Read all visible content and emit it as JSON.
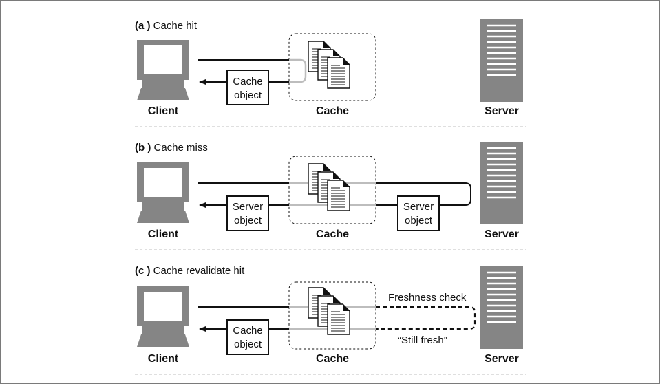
{
  "panels": [
    {
      "tag": "(a )",
      "title": "Cache hit",
      "client": "Client",
      "cache": "Cache",
      "server": "Server",
      "box_left": [
        "Cache",
        "object"
      ]
    },
    {
      "tag": "(b )",
      "title": "Cache miss",
      "client": "Client",
      "cache": "Cache",
      "server": "Server",
      "box_left": [
        "Server",
        "object"
      ],
      "box_right": [
        "Server",
        "object"
      ]
    },
    {
      "tag": "(c )",
      "title": "Cache revalidate hit",
      "client": "Client",
      "cache": "Cache",
      "server": "Server",
      "box_left": [
        "Cache",
        "object"
      ],
      "freshness_check": "Freshness check",
      "still_fresh": "“Still fresh”"
    }
  ],
  "colors": {
    "device": "#858585",
    "line": "#111111",
    "gray_line": "#bdbdbd",
    "divider": "#bfbfbf"
  }
}
